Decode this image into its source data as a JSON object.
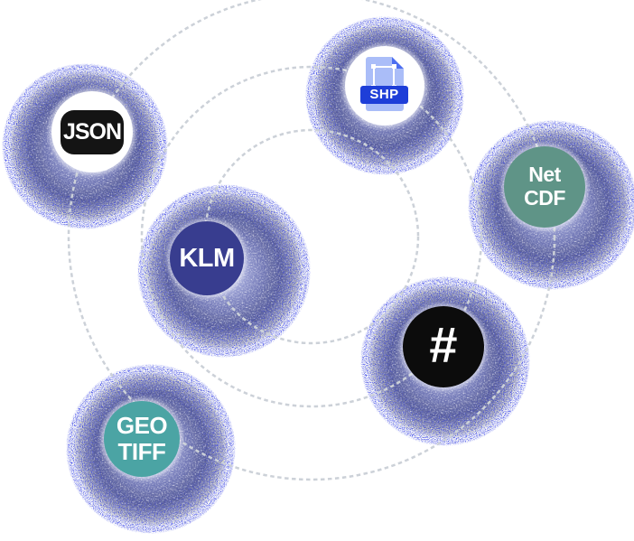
{
  "diagram": {
    "title": "geospatial-file-formats-orbital-diagram",
    "background": "#ffffff",
    "orbit_stroke": "#ccd1d8",
    "orbit_count": 3,
    "halo_core_color": "#6d73b2",
    "halo_speck_blue": "#2733e8",
    "halo_speck_yellow": "#d9dc4e"
  },
  "nodes": {
    "json": {
      "label": "JSON",
      "badge_bg": "#ffffff",
      "pill_bg": "#141414",
      "text_color": "#ffffff"
    },
    "shp": {
      "label": "SHP",
      "badge_bg": "#ffffff",
      "file_body": "#aabdf8",
      "file_fold": "#4d6ef0",
      "label_bar_bg": "#1e3ed8",
      "text_color": "#ffffff"
    },
    "netcdf": {
      "label_line1": "Net",
      "label_line2": "CDF",
      "badge_bg": "#5f9487",
      "text_color": "#ffffff"
    },
    "klm": {
      "label": "KLM",
      "badge_bg": "#383d8f",
      "text_color": "#ffffff"
    },
    "hash": {
      "label": "#",
      "badge_bg": "#0c0c0c",
      "text_color": "#ffffff"
    },
    "geotiff": {
      "label_line1": "GEO",
      "label_line2": "TIFF",
      "badge_bg": "#4ba4a4",
      "text_color": "#ffffff"
    }
  }
}
